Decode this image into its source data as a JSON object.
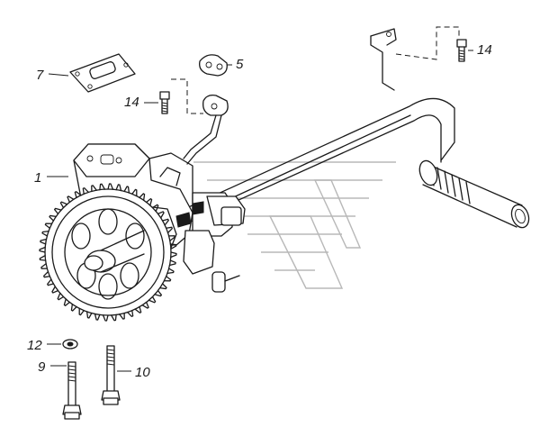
{
  "callouts": {
    "p1": "1",
    "p5": "5",
    "p7": "7",
    "p9": "9",
    "p10": "10",
    "p12": "12",
    "p14a": "14",
    "p14b": "14"
  },
  "colors": {
    "ink": "#1a1a1a",
    "watermark": "#b8b8b8",
    "background": "#ffffff"
  }
}
